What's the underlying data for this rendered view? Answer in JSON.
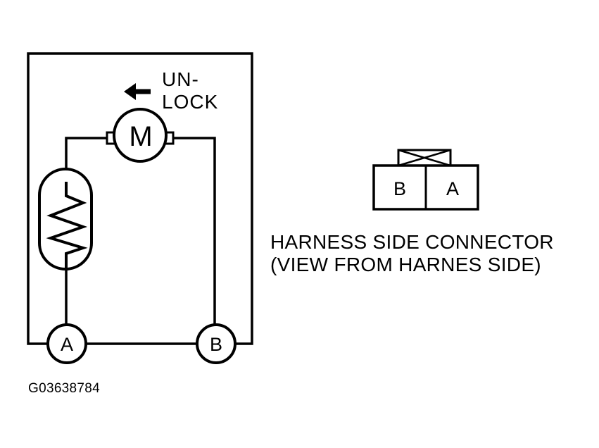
{
  "motor": {
    "label": "M",
    "direction_label_line1": "UN-",
    "direction_label_line2": "LOCK"
  },
  "terminals": {
    "a": "A",
    "b": "B"
  },
  "connector": {
    "pin_left": "B",
    "pin_right": "A",
    "caption_line1": "HARNESS SIDE CONNECTOR",
    "caption_line2": "(VIEW FROM HARNES SIDE)"
  },
  "figure_id": "G03638784"
}
